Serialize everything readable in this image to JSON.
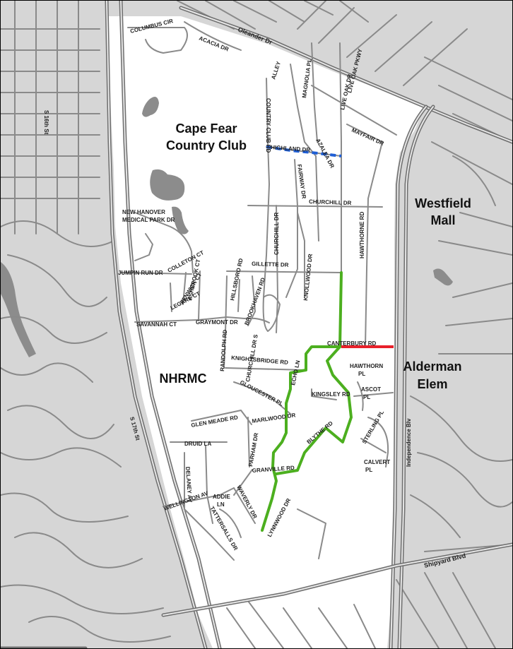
{
  "colors": {
    "background_area": "#d6d6d6",
    "study_area": "#ffffff",
    "road": "#8a8a8a",
    "water": "#8c8c8c",
    "route_green": "#4caf1f",
    "route_red": "#e8202a",
    "route_blue": "#1f5fd6"
  },
  "places": {
    "country_club_line1": "Cape Fear",
    "country_club_line2": "Country Club",
    "mall_line1": "Westfield",
    "mall_line2": "Mall",
    "hospital": "NHRMC",
    "school_line1": "Alderman",
    "school_line2": "Elem"
  },
  "streets": {
    "columbus": "COLUMBUS CIR",
    "oleander": "Oleander Dr",
    "acacia": "ACACIA DR",
    "alley": "ALLEY",
    "magnolia": "MAGNOLIA PL",
    "live_oak_pkwy": "LIVE OAK PKWY",
    "live_oak_dr": "LIVE OAK DR",
    "country_club": "COUNTRY CLUB RD",
    "highland": "HIGHLAND DR",
    "azalea": "AZALEA DR",
    "mayfair": "MAYFAIR DR",
    "s16th": "S 16th St",
    "fairway": "FAIRWAY DR",
    "churchill_top": "CHURCHILL DR",
    "churchill_mid": "CHURCHILL DR",
    "hawthorne": "HAWTHORNE RD",
    "nh_medical_1": "NEW HANOVER",
    "nh_medical_2": "MEDICAL PARK DR",
    "gillette": "GILLETTE DR",
    "knollwood": "KNOLLWOOD DR",
    "jumpin_run": "JUMPIN RUN DR",
    "colleton": "COLLETON CT",
    "fenwick": "FENWICK CT",
    "ashbrook": "ASHBROOK CT",
    "hillsboro": "HILLSBORO RD",
    "brookhaven": "BROOKHAVEN RD",
    "legare": "LEGARE CT",
    "savannah": "SAVANNAH CT",
    "graymont": "GRAYMONT DR",
    "randolph": "RANDOLPH RD",
    "churchill_s": "CHURCHILL DR S",
    "canterbury": "CANTERBURY RD",
    "knightsbridge": "KNIGHTSBRIDGE RD",
    "hawthorne_pl_1": "HAWTHORN",
    "hawthorne_pl_2": "PL",
    "gloucester": "GLOUCESTER PL",
    "echo": "ECHO LN",
    "kingsley": "KINGSLEY RD",
    "ascot_1": "ASCOT",
    "ascot_2": "PL",
    "independence": "Independence Blv",
    "s17th": "S 17th St",
    "glen_meade": "GLEN MEADE RD",
    "marlwood": "MARLWOOD DR",
    "blythe": "BLYTHE RD",
    "sterling": "STERLING PL",
    "parham": "PARHAM DR",
    "druid": "DRUID LA",
    "calvert_1": "CALVERT",
    "calvert_2": "PL",
    "granville": "GRANVILLE RD",
    "delaney": "DELANEY AV",
    "wellington_1": "WELLINGTON AV",
    "addie_1": "ADDIE",
    "addie_2": "LN",
    "tattersalls": "TATTERSALLS DR",
    "waverly": "WAVERLY DR",
    "lynnwood": "LYNNWOOD DR",
    "shipyard": "Shipyard Blvd"
  }
}
